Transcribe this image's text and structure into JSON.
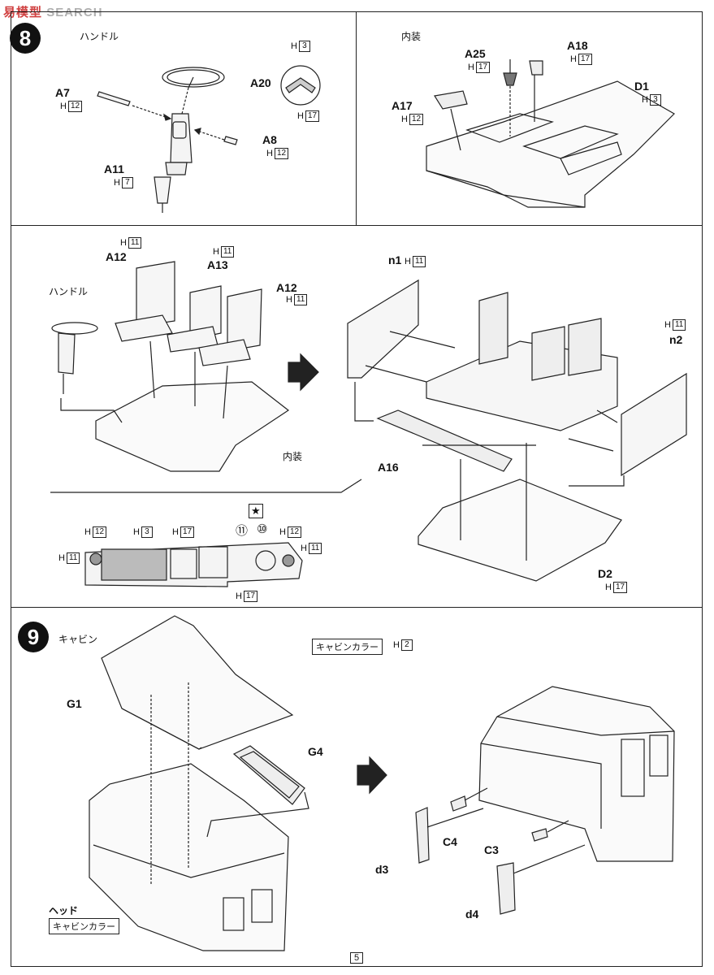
{
  "watermark": {
    "prefix": "易",
    "text": "SEARCH",
    "brand": "模型"
  },
  "step8": {
    "number": "8",
    "panel_a": {
      "title": "ハンドル",
      "parts": [
        {
          "id": "A7",
          "color": "H",
          "code": "12"
        },
        {
          "id": "A20",
          "color": "",
          "code": ""
        },
        {
          "id": "A8",
          "color": "H",
          "code": "12"
        },
        {
          "id": "A11",
          "color": "H",
          "code": "7"
        }
      ],
      "wheel_codes": [
        {
          "color": "H",
          "code": "3"
        },
        {
          "color": "H",
          "code": "17"
        }
      ]
    },
    "panel_b": {
      "title": "内装",
      "parts": [
        {
          "id": "A25",
          "color": "H",
          "code": "17"
        },
        {
          "id": "A18",
          "color": "H",
          "code": "17"
        },
        {
          "id": "A17",
          "color": "H",
          "code": "12"
        },
        {
          "id": "D1",
          "color": "H",
          "code": "3"
        }
      ]
    },
    "panel_c": {
      "handle_label": "ハンドル",
      "interior_label": "内装",
      "seats": [
        {
          "id": "A12",
          "color": "H",
          "code": "11"
        },
        {
          "id": "A13",
          "color": "H",
          "code": "11"
        },
        {
          "id": "A12",
          "color": "H",
          "code": "11"
        }
      ],
      "n1": {
        "id": "n1",
        "color": "H",
        "code": "11"
      },
      "n2": {
        "id": "n2",
        "color": "H",
        "code": "11"
      },
      "a16": "A16",
      "d2": {
        "id": "D2",
        "color": "H",
        "code": "17"
      },
      "dash_codes": {
        "left_top": {
          "color": "H",
          "code": "12"
        },
        "left_mid": {
          "color": "H",
          "code": "11"
        },
        "center": {
          "color": "H",
          "code": "3"
        },
        "center_right": {
          "color": "H",
          "code": "17"
        },
        "right_top": {
          "color": "H",
          "code": "12"
        },
        "right_mid": {
          "color": "H",
          "code": "11"
        },
        "bottom": {
          "color": "H",
          "code": "17"
        }
      },
      "decals": [
        "★",
        "⑪",
        "⑩"
      ]
    }
  },
  "step9": {
    "number": "9",
    "cabin_label": "キャビン",
    "cabin_color_tag": "キャビンカラー",
    "cabin_color_code": {
      "color": "H",
      "code": "2"
    },
    "parts": [
      "G1",
      "G4",
      "C4",
      "C3",
      "d3",
      "d4"
    ],
    "head_label": "ヘッド",
    "head_color_tag": "キャビンカラー"
  },
  "page_number": "5"
}
